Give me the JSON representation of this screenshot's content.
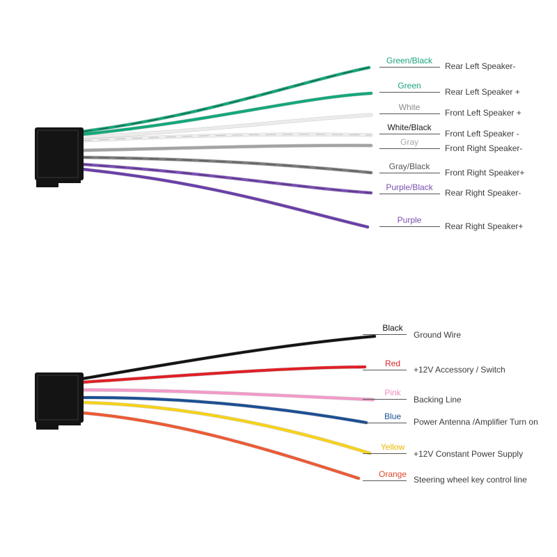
{
  "speaker_harness": {
    "wires": [
      {
        "color_label": "Green/Black",
        "function": "Rear Left Speaker-",
        "text_color": "#19a37f",
        "wire_color": "#13a77a",
        "stripe": "#1b1b1b"
      },
      {
        "color_label": "Green",
        "function": "Rear Left Speaker +",
        "text_color": "#19a37f",
        "wire_color": "#13a77a",
        "stripe": ""
      },
      {
        "color_label": "White",
        "function": "Front Left Speaker +",
        "text_color": "#8a8a8a",
        "wire_color": "#ececec",
        "stripe": ""
      },
      {
        "color_label": "White/Black",
        "function": "Front Left Speaker -",
        "text_color": "#1a1a1a",
        "wire_color": "#efefef",
        "stripe": "#a0a0a0"
      },
      {
        "color_label": "Gray",
        "function": "Front Right Speaker-",
        "text_color": "#a9a9a9",
        "wire_color": "#a3a3a3",
        "stripe": ""
      },
      {
        "color_label": "Gray/Black",
        "function": "Front Right Speaker+",
        "text_color": "#555555",
        "wire_color": "#7d7d7d",
        "stripe": "#3a3a3a"
      },
      {
        "color_label": "Purple/Black",
        "function": "Rear Right Speaker-",
        "text_color": "#7a4fb0",
        "wire_color": "#7b4fb5",
        "stripe": "#2a1a3a"
      },
      {
        "color_label": "Purple",
        "function": "Rear Right Speaker+",
        "text_color": "#7a4fb0",
        "wire_color": "#6a3fa8",
        "stripe": ""
      }
    ]
  },
  "power_harness": {
    "wires": [
      {
        "color_label": "Black",
        "function": "Ground Wire",
        "text_color": "#111111",
        "wire_color": "#141414",
        "stripe": ""
      },
      {
        "color_label": "Red",
        "function": "+12V Accessory / Switch",
        "text_color": "#d6262b",
        "wire_color": "#de2026",
        "stripe": ""
      },
      {
        "color_label": "Pink",
        "function": "Backing Line",
        "text_color": "#f08cc0",
        "wire_color": "#f29ac8",
        "stripe": ""
      },
      {
        "color_label": "Blue",
        "function": "Power Antenna /Amplifier Turn on",
        "text_color": "#1a4f95",
        "wire_color": "#1d4f93",
        "stripe": ""
      },
      {
        "color_label": "Yellow",
        "function": "+12V Constant Power Supply",
        "text_color": "#e8b800",
        "wire_color": "#f6d21a",
        "stripe": ""
      },
      {
        "color_label": "Orange",
        "function": "Steering wheel key control line",
        "text_color": "#e0482a",
        "wire_color": "#ec5a34",
        "stripe": ""
      }
    ]
  },
  "connector_color": "#141414",
  "label_line_color": "#555555"
}
